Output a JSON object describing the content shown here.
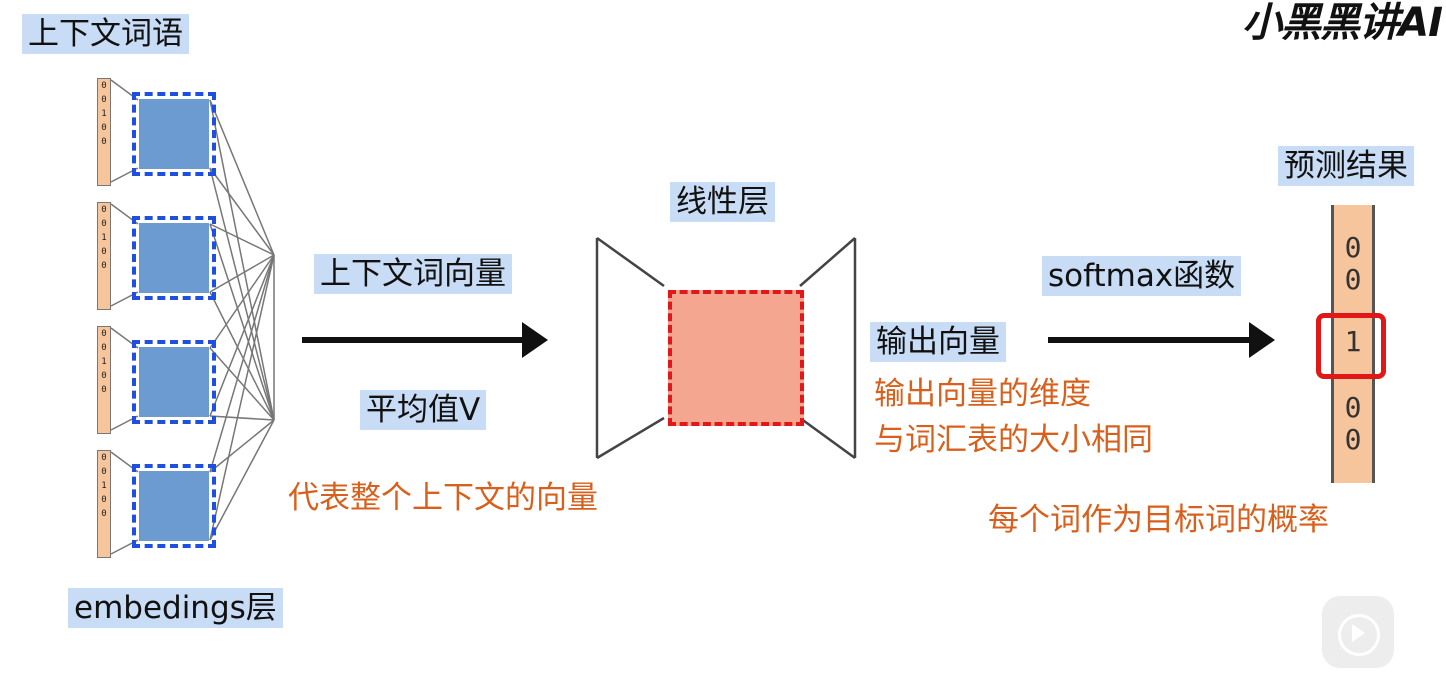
{
  "watermark": "小黑黑讲AI",
  "labels": {
    "context_words": "上下文词语",
    "embeddings_layer": "embedings层",
    "context_vector": "上下文词向量",
    "average": "平均值V",
    "linear_layer": "线性层",
    "output_vector": "输出向量",
    "softmax": "softmax函数",
    "prediction": "预测结果"
  },
  "notes": {
    "context_rep": "代表整个上下文的向量",
    "output_dim_1": "输出向量的维度",
    "output_dim_2": "与词汇表的大小相同",
    "probability": "每个词作为目标词的概率"
  },
  "input_vector_digits": [
    "0",
    "0",
    "1",
    "0",
    "0"
  ],
  "output_vector_digits": [
    "0",
    "0",
    "1",
    "0",
    "0"
  ],
  "colors": {
    "label_bg": "#c9dcf5",
    "note_text": "#d8601c",
    "embedding_fill": "#6b9bd0",
    "embedding_border": "#1f4fe0",
    "linear_fill": "#f4a690",
    "highlight": "#e01818",
    "vector_fill": "#f6c59b"
  }
}
